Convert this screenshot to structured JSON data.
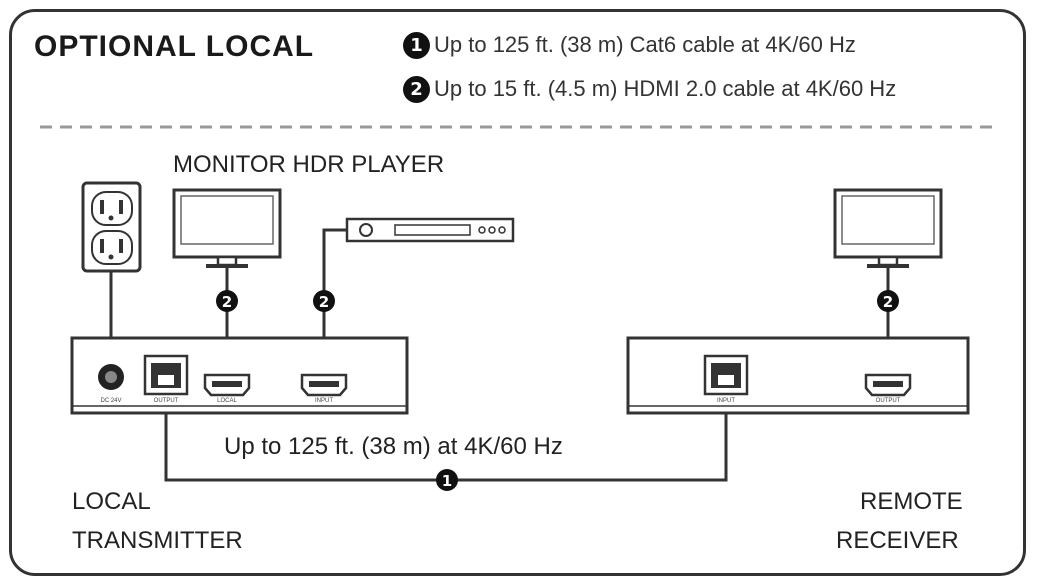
{
  "title": "OPTIONAL LOCAL",
  "legend": [
    {
      "num": "1",
      "text": "Up to 125 ft. (38 m) Cat6 cable at 4K/60 Hz"
    },
    {
      "num": "2",
      "text": "Up to 15 ft. (4.5 m) HDMI 2.0 cable at 4K/60 Hz"
    }
  ],
  "labels": {
    "monitor_hdr_player": "MONITOR HDR PLAYER",
    "cat6_run": "Up to 125 ft. (38 m) at 4K/60 Hz",
    "local_line1": "LOCAL",
    "local_line2": "TRANSMITTER",
    "remote_line1": "REMOTE",
    "remote_line2": "RECEIVER"
  },
  "ports": {
    "power": "DC 24V",
    "tx_output": "OUTPUT",
    "tx_local": "LOCAL",
    "tx_input": "INPUT",
    "rx_input": "INPUT",
    "rx_output": "OUTPUT"
  },
  "markers": {
    "cat6": "1",
    "hdmi": "2"
  }
}
